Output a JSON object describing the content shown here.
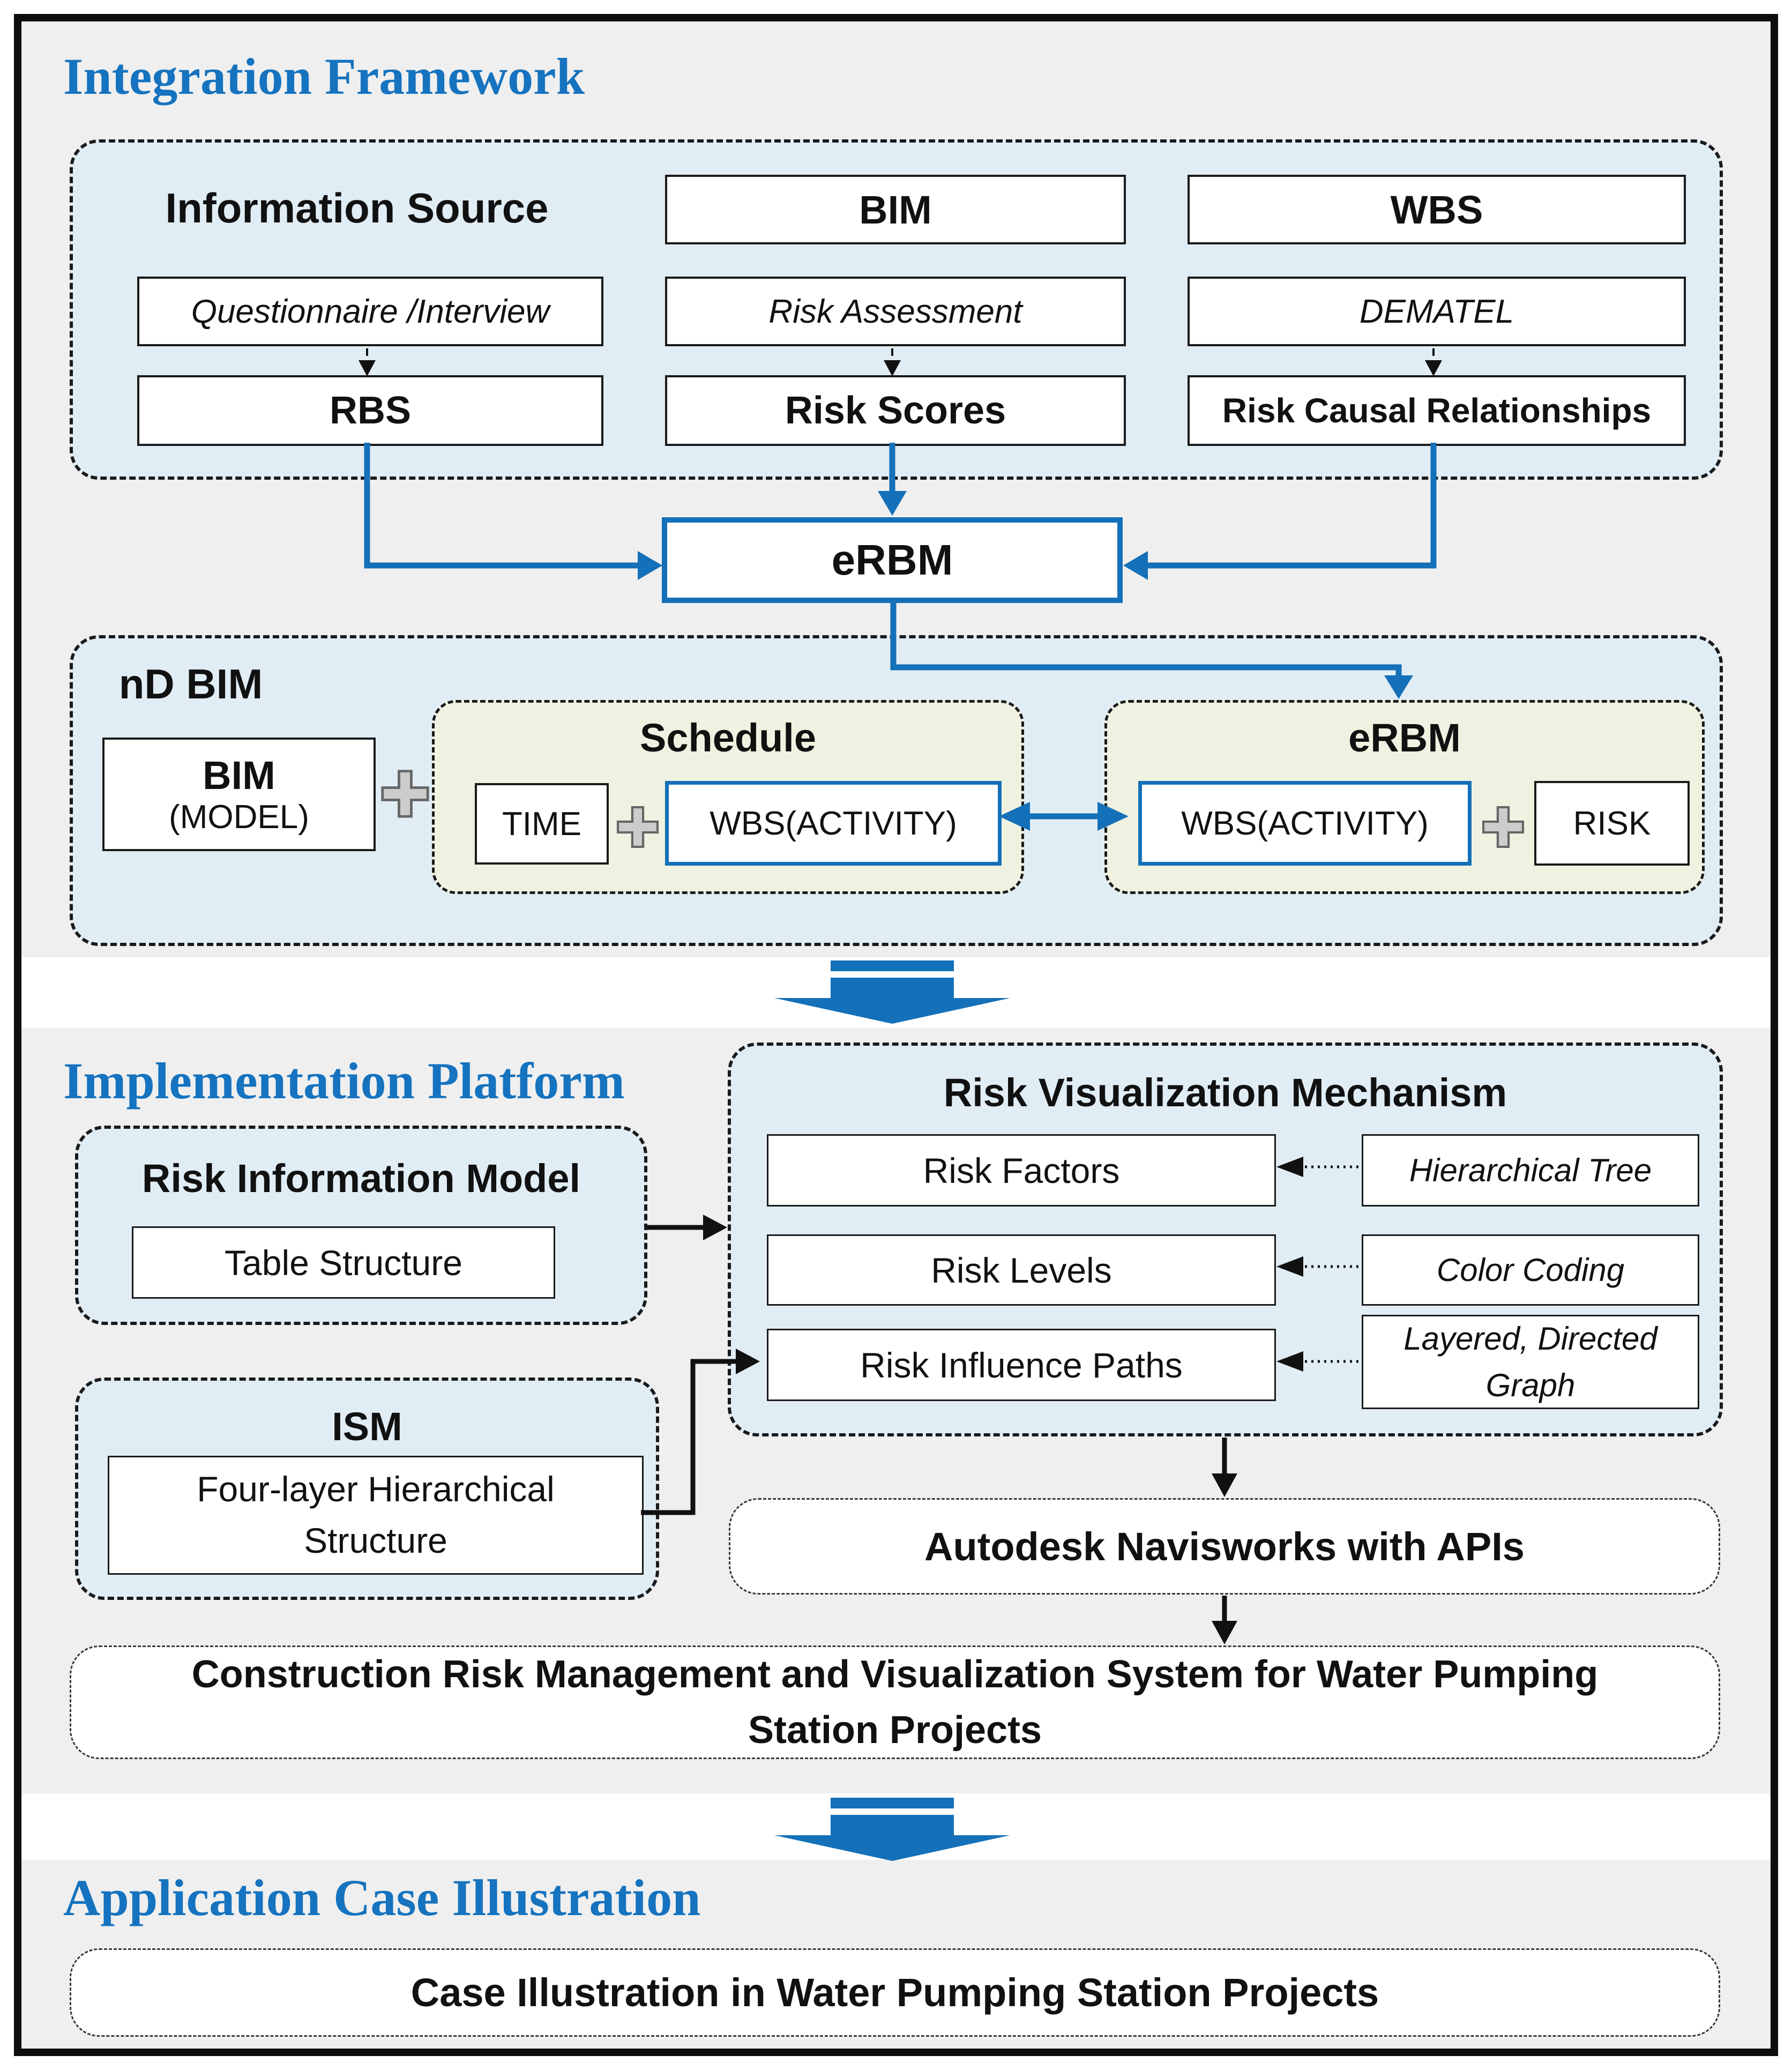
{
  "colors": {
    "accent_blue": "#1470b8",
    "title_blue": "#1573bf",
    "panel_blue_fill": "#e1edf5",
    "panel_cream_fill": "#f0f2e1",
    "background_gray": "#efefef"
  },
  "icons": {
    "combine": "plus-sign",
    "section_flow": "thick-down-arrow-with-double-bars"
  },
  "integration": {
    "title": "Integration Framework",
    "information_source": {
      "label": "Information Source",
      "col1": {
        "method": "Questionnaire /Interview",
        "result": "RBS"
      },
      "col2": {
        "source": "BIM",
        "method": "Risk Assessment",
        "result": "Risk Scores"
      },
      "col3": {
        "source": "WBS",
        "method": "DEMATEL",
        "result": "Risk Causal Relationships"
      }
    },
    "erbm": "eRBM",
    "nd_bim": {
      "label": "nD BIM",
      "bim_title": "BIM",
      "bim_subtitle": "(MODEL)",
      "schedule": {
        "label": "Schedule",
        "time": "TIME",
        "wbs_activity": "WBS(ACTIVITY)"
      },
      "erbm_group": {
        "label": "eRBM",
        "wbs_activity": "WBS(ACTIVITY)",
        "risk": "RISK"
      }
    }
  },
  "implementation": {
    "title": "Implementation Platform",
    "risk_information_model": {
      "label": "Risk Information Model",
      "structure": "Table Structure"
    },
    "ism": {
      "label": "ISM",
      "structure": "Four-layer Hierarchical Structure"
    },
    "risk_visualization": {
      "label": "Risk Visualization Mechanism",
      "rows": [
        {
          "element": "Risk Factors",
          "technique": "Hierarchical Tree"
        },
        {
          "element": "Risk Levels",
          "technique": "Color Coding"
        },
        {
          "element": "Risk Influence Paths",
          "technique": "Layered, Directed Graph"
        }
      ]
    },
    "platform": "Autodesk Navisworks with APIs",
    "system": "Construction Risk Management and Visualization System for Water Pumping Station Projects"
  },
  "application": {
    "title": "Application Case Illustration",
    "case": "Case Illustration in Water Pumping Station Projects"
  }
}
